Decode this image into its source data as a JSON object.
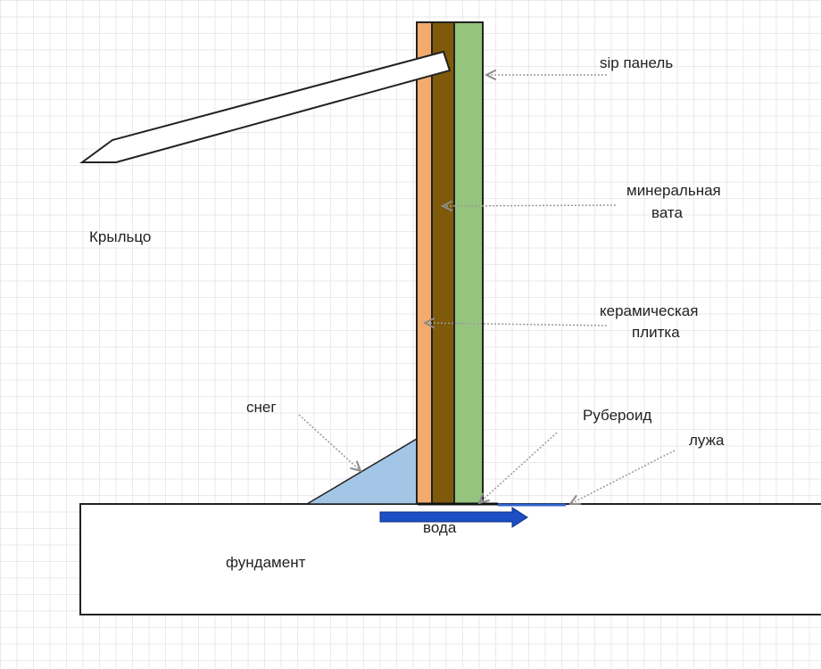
{
  "labels": {
    "sip_panel": "sip панель",
    "mineral_wool_line1": "минеральная",
    "mineral_wool_line2": "вата",
    "ceramic_tile_line1": "керамическая",
    "ceramic_tile_line2": "плитка",
    "porch": "Крыльцо",
    "snow": "снег",
    "ruberoid": "Рубероид",
    "puddle": "лужа",
    "water": "вода",
    "foundation": "фундамент"
  },
  "colors": {
    "tile_layer": "#f2ab6d",
    "wool_layer": "#7f5a0a",
    "sip_layer": "#94c47e",
    "snow": "#a4c6e6",
    "water_arrow": "#1c4fc4",
    "puddle": "#2f62cc",
    "outline": "#222222",
    "leader_line": "#9a9a9a"
  }
}
